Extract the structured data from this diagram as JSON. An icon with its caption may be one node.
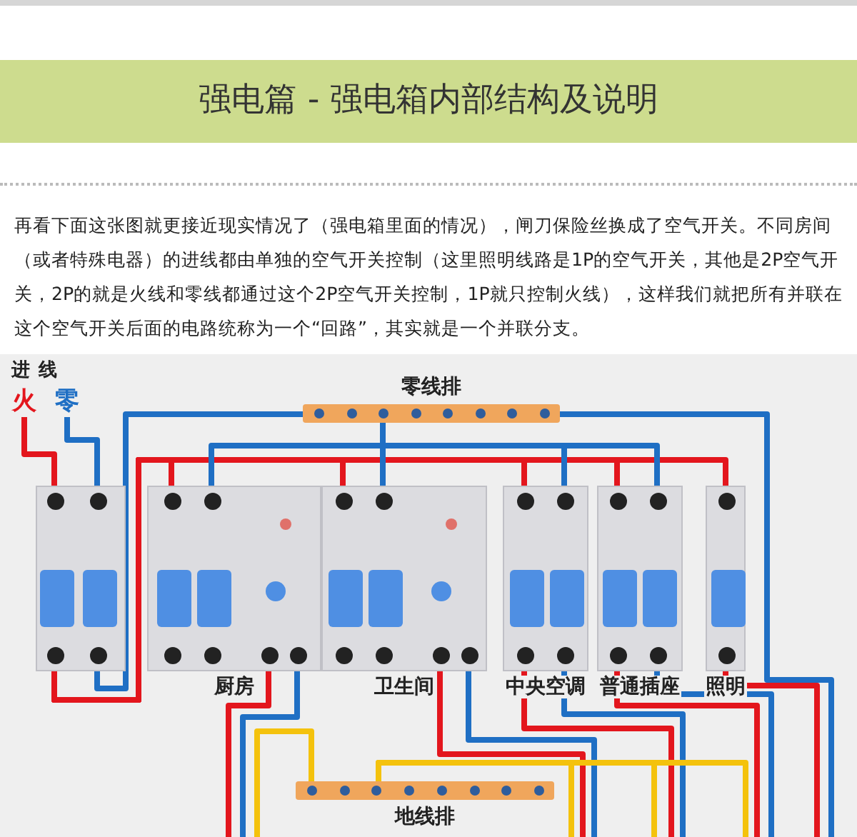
{
  "diagram": {
    "title": "强电篇 - 强电箱内部结构及说明",
    "nodes": [
      {
        "text": [
          "火"
        ]
      },
      {
        "text": [
          "零"
        ]
      },
      {
        "text": [],
        "shape": "box"
      },
      {
        "text": [
          "零线排"
        ]
      },
      {
        "text": [
          "厨房"
        ]
      },
      {
        "text": [
          "卫生间"
        ]
      },
      {
        "text": [
          "中央空调"
        ]
      },
      {
        "text": [
          "普通插座"
        ]
      },
      {
        "text": [
          "照明"
        ]
      },
      {
        "text": [
          "地线排"
        ]
      }
    ],
    "edges": [
      {
        "from": 0,
        "to": 2,
        "arrow": "none",
        "color": "#e3161d"
      },
      {
        "from": 1,
        "to": 2,
        "arrow": "none",
        "color": "#1f6fc4"
      },
      {
        "from": 2,
        "to": 4,
        "arrow": "none",
        "color": "#e3161d"
      },
      {
        "from": 2,
        "to": 5,
        "arrow": "none",
        "color": "#e3161d"
      },
      {
        "from": 2,
        "to": 6,
        "arrow": "none",
        "color": "#e3161d"
      },
      {
        "from": 2,
        "to": 7,
        "arrow": "none",
        "color": "#e3161d"
      },
      {
        "from": 2,
        "to": 8,
        "arrow": "none",
        "color": "#e3161d"
      },
      {
        "from": 2,
        "to": 3,
        "arrow": "none",
        "color": "#1f6fc4"
      },
      {
        "from": 3,
        "to": 4,
        "arrow": "none",
        "color": "#1f6fc4"
      },
      {
        "from": 3,
        "to": 5,
        "arrow": "none",
        "color": "#1f6fc4"
      },
      {
        "from": 3,
        "to": 6,
        "arrow": "none",
        "color": "#1f6fc4"
      },
      {
        "from": 3,
        "to": 7,
        "arrow": "none",
        "color": "#1f6fc4"
      },
      {
        "from": 3,
        "to": null,
        "arrow": "none",
        "color": "#1f6fc4"
      },
      {
        "from": 4,
        "to": null,
        "arrow": "none",
        "color": "#e3161d"
      },
      {
        "from": 4,
        "to": null,
        "arrow": "none",
        "color": "#1f6fc4"
      },
      {
        "from": 5,
        "to": null,
        "arrow": "none",
        "color": "#e3161d"
      },
      {
        "from": 5,
        "to": null,
        "arrow": "none",
        "color": "#1f6fc4"
      },
      {
        "from": 6,
        "to": null,
        "arrow": "none",
        "color": "#e3161d"
      },
      {
        "from": 6,
        "to": null,
        "arrow": "none",
        "color": "#1f6fc4"
      },
      {
        "from": 7,
        "to": null,
        "arrow": "none",
        "color": "#e3161d"
      },
      {
        "from": 7,
        "to": null,
        "arrow": "none",
        "color": "#1f6fc4"
      },
      {
        "from": 8,
        "to": null,
        "arrow": "none",
        "color": "#e3161d"
      },
      {
        "from": 9,
        "to": null,
        "arrow": "none",
        "color": "#f4c20d"
      },
      {
        "from": 9,
        "to": null,
        "arrow": "none",
        "color": "#f4c20d"
      },
      {
        "from": 9,
        "to": null,
        "arrow": "none",
        "color": "#f4c20d"
      },
      {
        "from": 9,
        "to": null,
        "arrow": "none",
        "color": "#f4c20d"
      }
    ],
    "labels": [
      "再看下面这张图就更接近现实情况了（强电箱里面的情况），闸刀保险丝换成了空气开关。不同房间（或者特殊电器）的进线都由单独的空气开关控制（这里照明线路是1P的空气开关，其他是2P空气开关，2P的就是火线和零线都通过这个2P空气开关控制，1P就只控制火线），这样我们就把所有并联在这个空气开关后面的电路统称为一个“回路”，其实就是一个并联分支。",
      "进线"
    ]
  }
}
